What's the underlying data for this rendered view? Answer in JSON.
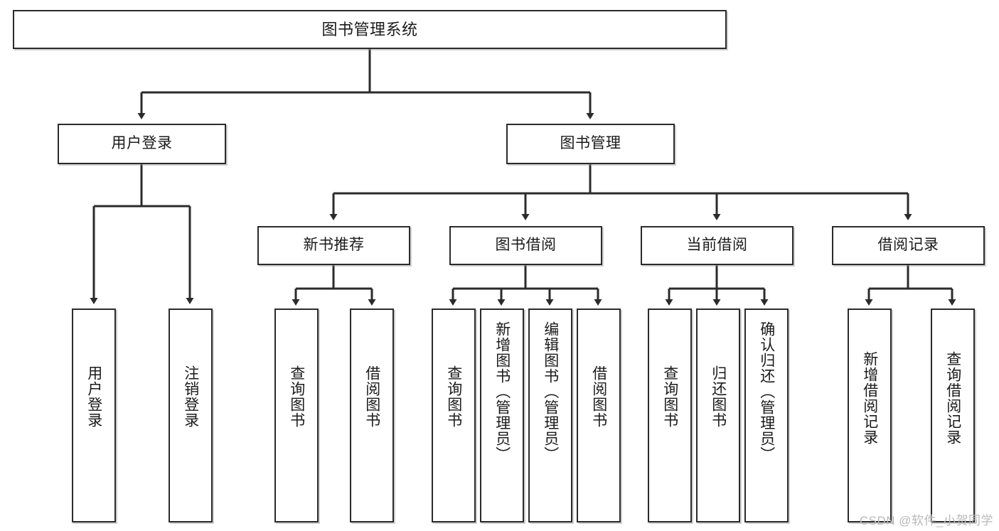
{
  "diagram": {
    "title": "图书管理系统",
    "type": "tree-hierarchy",
    "watermark": "CSDN @软件_小贺同学",
    "colors": {
      "border": "#2b2b2b",
      "background": "#ffffff",
      "text": "#1a1a1a",
      "watermark": "#b9b9b9"
    },
    "root": {
      "label": "图书管理系统"
    },
    "level2": [
      {
        "label": "用户登录"
      },
      {
        "label": "图书管理"
      }
    ],
    "level3": [
      {
        "label": "新书推荐"
      },
      {
        "label": "图书借阅"
      },
      {
        "label": "当前借阅"
      },
      {
        "label": "借阅记录"
      }
    ],
    "leaves": {
      "user_login": [
        {
          "label": "用户登录"
        },
        {
          "label": "注销登录"
        }
      ],
      "new_book_recommend": [
        {
          "label": "查询图书"
        },
        {
          "label": "借阅图书"
        }
      ],
      "book_borrow": [
        {
          "label": "查询图书"
        },
        {
          "label": "新增图书（管理员）"
        },
        {
          "label": "编辑图书（管理员）"
        },
        {
          "label": "借阅图书"
        }
      ],
      "current_borrow": [
        {
          "label": "查询图书"
        },
        {
          "label": "归还图书"
        },
        {
          "label": "确认归还（管理员）"
        }
      ],
      "borrow_records": [
        {
          "label": "新增借阅记录"
        },
        {
          "label": "查询借阅记录"
        }
      ]
    }
  }
}
